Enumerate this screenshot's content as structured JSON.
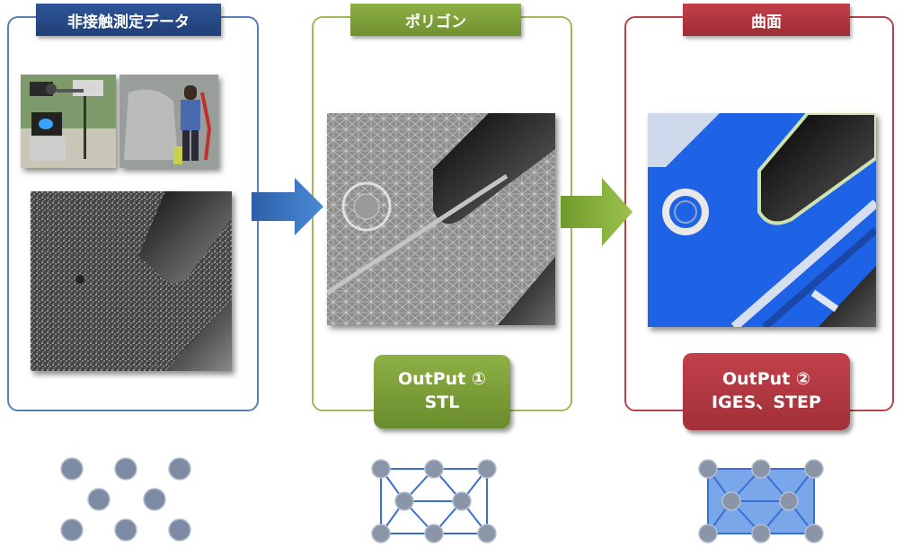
{
  "stages": [
    {
      "label": "非接触測定データ",
      "color": "#2f5597"
    },
    {
      "label": "ポリゴン",
      "color": "#8db046"
    },
    {
      "label": "曲面",
      "color": "#c2404a"
    }
  ],
  "outputs": [
    {
      "line1": "OutPut ①",
      "line2": "STL",
      "color": "#7ea23b"
    },
    {
      "line1": "OutPut ②",
      "line2": "IGES、STEP",
      "color": "#b33a42"
    }
  ],
  "icons": [
    "point-cloud-icon",
    "polygon-mesh-icon",
    "surface-icon"
  ]
}
